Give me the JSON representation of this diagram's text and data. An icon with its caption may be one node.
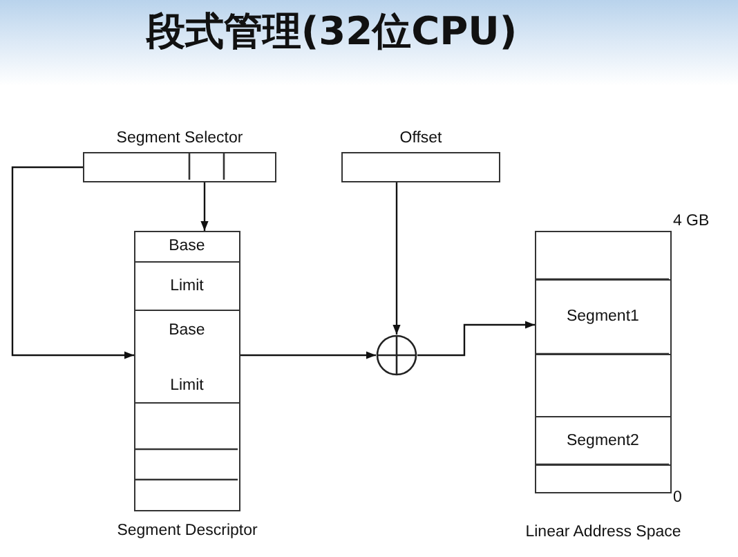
{
  "diagram": {
    "title": "段式管理(32位CPU)",
    "nodes": [
      {
        "text": [
          "Segment Selector"
        ]
      },
      {
        "text": [
          "Offset"
        ]
      },
      {
        "text": [
          "Segment Descriptor"
        ]
      },
      {
        "text": [
          "Base"
        ],
        "in": 2
      },
      {
        "text": [
          "Limit"
        ],
        "in": 2
      },
      {
        "text": [
          "Base",
          "Limit"
        ],
        "in": 2
      },
      {
        "text": [],
        "shape": "circle"
      },
      {
        "text": [
          "Linear Address Space"
        ],
        "beside": [
          "4 GB",
          "0"
        ]
      },
      {
        "text": [
          "Segment1"
        ],
        "in": 7
      },
      {
        "text": [
          "Segment2"
        ],
        "in": 7
      }
    ],
    "edges": [
      {
        "from": 0,
        "to": 2,
        "arrow": "to"
      },
      {
        "from": 0,
        "to": 5,
        "arrow": "to"
      },
      {
        "from": 5,
        "to": 6,
        "arrow": "to"
      },
      {
        "from": 1,
        "to": 6,
        "arrow": "to"
      },
      {
        "from": 6,
        "to": 8,
        "arrow": "to"
      }
    ]
  }
}
